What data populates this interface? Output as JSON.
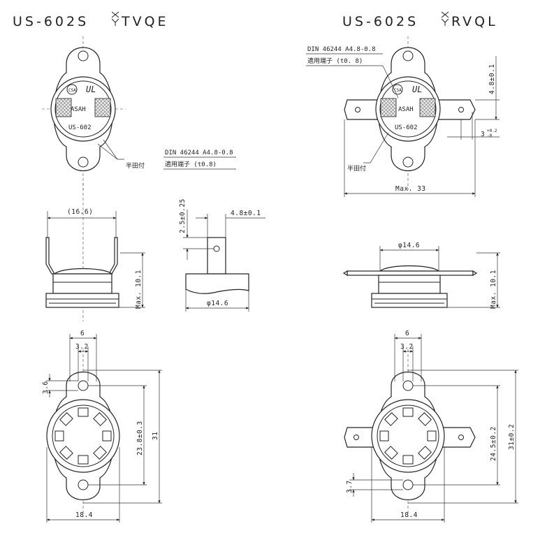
{
  "left_title": "US-602S",
  "left_title_suffix": "TVQE",
  "right_title": "US-602S",
  "right_title_suffix": "RVQL",
  "title_cross_symbol": "x-over-y",
  "left_top": {
    "mark_cert": "CSA",
    "mark_ul": "UL",
    "brand": "ASAH",
    "model": "US-602",
    "solder_label": "半田付",
    "din_note": "DIN 46244 A4.8-0.8",
    "terminal_note": "適用端子 (t0.8)"
  },
  "right_top": {
    "mark_cert": "CSA",
    "mark_ul": "UL",
    "brand": "ASAH",
    "model": "US-602",
    "solder_label": "半田付",
    "din_note": "DIN 46244 A4.8-0.8",
    "terminal_note": "適用端子 (t0. 8)",
    "dim_height": "4.8±0.1",
    "dim_small": "3",
    "dim_small_tol": "+0.2\n-0",
    "dim_max": "Max. 33"
  },
  "left_side": {
    "dim_width": "(16.6)",
    "dim_height": "Max. 10.1"
  },
  "middle_side": {
    "dim_hole": "2.5±0.25",
    "dim_tab": "4.8±0.1",
    "dim_dia": "φ14.6"
  },
  "right_side": {
    "dim_dia": "φ14.6",
    "dim_height": "Max. 10.1"
  },
  "left_bottom": {
    "dim_top": "6",
    "dim_hole": "3.2",
    "dim_left": "3.6",
    "dim_pitch": "23.8±0.3",
    "dim_total": "31",
    "dim_width": "18.4"
  },
  "right_bottom": {
    "dim_top": "6",
    "dim_hole": "3.2",
    "dim_left": "3.7",
    "dim_pitch": "24.5±0.2",
    "dim_total": "31±0.2",
    "dim_width": "18.4"
  }
}
